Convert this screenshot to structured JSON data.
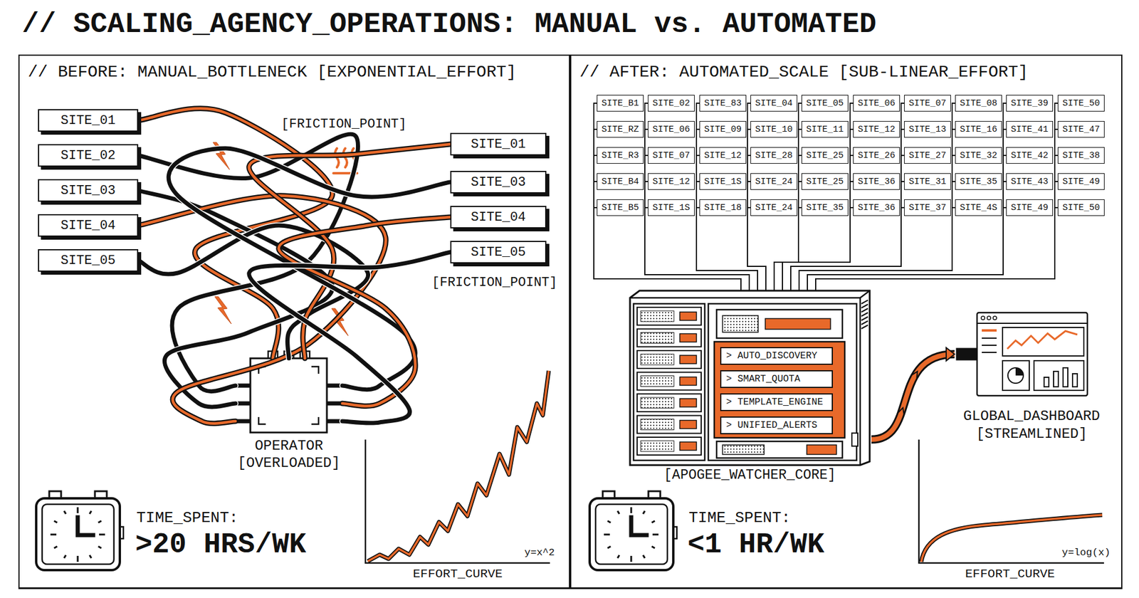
{
  "diagram": {
    "title": "// SCALING_AGENCY_OPERATIONS: MANUAL vs. AUTOMATED",
    "nodes": [
      {
        "text": [
          "// BEFORE: MANUAL_BOTTLENECK [EXPONENTIAL_EFFORT]"
        ]
      },
      {
        "text": [
          "SITE_01"
        ],
        "in": 0
      },
      {
        "text": [
          "SITE_02"
        ],
        "in": 0
      },
      {
        "text": [
          "SITE_03"
        ],
        "in": 0
      },
      {
        "text": [
          "SITE_04"
        ],
        "in": 0
      },
      {
        "text": [
          "SITE_05"
        ],
        "in": 0
      },
      {
        "text": [
          "SITE_01"
        ],
        "in": 0
      },
      {
        "text": [
          "SITE_03"
        ],
        "in": 0
      },
      {
        "text": [
          "SITE_04"
        ],
        "in": 0
      },
      {
        "text": [
          "SITE_05"
        ],
        "in": 0
      },
      {
        "text": [
          "OPERATOR [OVERLOADED]"
        ],
        "in": 0
      },
      {
        "text": [
          "// AFTER: AUTOMATED_SCALE [SUB-LINEAR_EFFORT]"
        ]
      },
      {
        "text": [
          "SITE_B1"
        ],
        "in": 11
      },
      {
        "text": [
          "SITE_02"
        ],
        "in": 11
      },
      {
        "text": [
          "SITE_83"
        ],
        "in": 11
      },
      {
        "text": [
          "SITE_04"
        ],
        "in": 11
      },
      {
        "text": [
          "SITE_05"
        ],
        "in": 11
      },
      {
        "text": [
          "SITE_06"
        ],
        "in": 11
      },
      {
        "text": [
          "SITE_07"
        ],
        "in": 11
      },
      {
        "text": [
          "SITE_08"
        ],
        "in": 11
      },
      {
        "text": [
          "SITE_39"
        ],
        "in": 11
      },
      {
        "text": [
          "SITE_50"
        ],
        "in": 11
      },
      {
        "text": [
          "SITE_RZ"
        ],
        "in": 11
      },
      {
        "text": [
          "SITE_06"
        ],
        "in": 11
      },
      {
        "text": [
          "SITE_09"
        ],
        "in": 11
      },
      {
        "text": [
          "SITE_10"
        ],
        "in": 11
      },
      {
        "text": [
          "SITE_11"
        ],
        "in": 11
      },
      {
        "text": [
          "SITE_12"
        ],
        "in": 11
      },
      {
        "text": [
          "SITE_13"
        ],
        "in": 11
      },
      {
        "text": [
          "SITE_16"
        ],
        "in": 11
      },
      {
        "text": [
          "SITE_41"
        ],
        "in": 11
      },
      {
        "text": [
          "SITE_47"
        ],
        "in": 11
      },
      {
        "text": [
          "SITE_R3"
        ],
        "in": 11
      },
      {
        "text": [
          "SITE_07"
        ],
        "in": 11
      },
      {
        "text": [
          "SITE_12"
        ],
        "in": 11
      },
      {
        "text": [
          "SITE_28"
        ],
        "in": 11
      },
      {
        "text": [
          "SITE_25"
        ],
        "in": 11
      },
      {
        "text": [
          "SITE_26"
        ],
        "in": 11
      },
      {
        "text": [
          "SITE_27"
        ],
        "in": 11
      },
      {
        "text": [
          "SITE_32"
        ],
        "in": 11
      },
      {
        "text": [
          "SITE_42"
        ],
        "in": 11
      },
      {
        "text": [
          "SITE_38"
        ],
        "in": 11
      },
      {
        "text": [
          "SITE_B4"
        ],
        "in": 11
      },
      {
        "text": [
          "SITE_12"
        ],
        "in": 11
      },
      {
        "text": [
          "SITE_1S"
        ],
        "in": 11
      },
      {
        "text": [
          "SITE_24"
        ],
        "in": 11
      },
      {
        "text": [
          "SITE_25"
        ],
        "in": 11
      },
      {
        "text": [
          "SITE_36"
        ],
        "in": 11
      },
      {
        "text": [
          "SITE_31"
        ],
        "in": 11
      },
      {
        "text": [
          "SITE_35"
        ],
        "in": 11
      },
      {
        "text": [
          "SITE_43"
        ],
        "in": 11
      },
      {
        "text": [
          "SITE_49"
        ],
        "in": 11
      },
      {
        "text": [
          "SITE_B5"
        ],
        "in": 11
      },
      {
        "text": [
          "SITE_1S"
        ],
        "in": 11
      },
      {
        "text": [
          "SITE_18"
        ],
        "in": 11
      },
      {
        "text": [
          "SITE_24"
        ],
        "in": 11
      },
      {
        "text": [
          "SITE_35"
        ],
        "in": 11
      },
      {
        "text": [
          "SITE_36"
        ],
        "in": 11
      },
      {
        "text": [
          "SITE_37"
        ],
        "in": 11
      },
      {
        "text": [
          "SITE_4S"
        ],
        "in": 11
      },
      {
        "text": [
          "SITE_49"
        ],
        "in": 11
      },
      {
        "text": [
          "SITE_50"
        ],
        "in": 11
      },
      {
        "text": [
          "[APOGEE_WATCHER_CORE]"
        ],
        "in": 11
      },
      {
        "text": [
          "> AUTO_DISCOVERY"
        ],
        "in": 62
      },
      {
        "text": [
          "> SMART_QUOTA"
        ],
        "in": 62
      },
      {
        "text": [
          "> TEMPLATE_ENGINE"
        ],
        "in": 62
      },
      {
        "text": [
          "> UNIFIED_ALERTS"
        ],
        "in": 62
      },
      {
        "text": [
          "GLOBAL_DASHBOARD [STREAMLINED]"
        ],
        "in": 11
      }
    ],
    "edges": [
      {
        "from": 1,
        "to": 10,
        "arrow": "none"
      },
      {
        "from": 2,
        "to": 10,
        "arrow": "none"
      },
      {
        "from": 3,
        "to": 10,
        "arrow": "none"
      },
      {
        "from": 4,
        "to": 10,
        "arrow": "none"
      },
      {
        "from": 5,
        "to": 10,
        "arrow": "none"
      },
      {
        "from": 6,
        "to": 10,
        "arrow": "none"
      },
      {
        "from": 7,
        "to": 10,
        "arrow": "none"
      },
      {
        "from": 8,
        "to": 10,
        "arrow": "none"
      },
      {
        "from": 9,
        "to": 10,
        "arrow": "none"
      },
      {
        "from": 12,
        "to": 62,
        "arrow": "none"
      },
      {
        "from": 13,
        "to": 62,
        "arrow": "none"
      },
      {
        "from": 14,
        "to": 62,
        "arrow": "none"
      },
      {
        "from": 15,
        "to": 62,
        "arrow": "none"
      },
      {
        "from": 16,
        "to": 62,
        "arrow": "none"
      },
      {
        "from": 17,
        "to": 62,
        "arrow": "none"
      },
      {
        "from": 18,
        "to": 62,
        "arrow": "none"
      },
      {
        "from": 19,
        "to": 62,
        "arrow": "none"
      },
      {
        "from": 20,
        "to": 62,
        "arrow": "none"
      },
      {
        "from": 21,
        "to": 62,
        "arrow": "none"
      },
      {
        "from": 22,
        "to": 62,
        "arrow": "none"
      },
      {
        "from": 23,
        "to": 62,
        "arrow": "none"
      },
      {
        "from": 24,
        "to": 62,
        "arrow": "none"
      },
      {
        "from": 25,
        "to": 62,
        "arrow": "none"
      },
      {
        "from": 26,
        "to": 62,
        "arrow": "none"
      },
      {
        "from": 27,
        "to": 62,
        "arrow": "none"
      },
      {
        "from": 28,
        "to": 62,
        "arrow": "none"
      },
      {
        "from": 29,
        "to": 62,
        "arrow": "none"
      },
      {
        "from": 30,
        "to": 62,
        "arrow": "none"
      },
      {
        "from": 31,
        "to": 62,
        "arrow": "none"
      },
      {
        "from": 32,
        "to": 62,
        "arrow": "none"
      },
      {
        "from": 33,
        "to": 62,
        "arrow": "none"
      },
      {
        "from": 34,
        "to": 62,
        "arrow": "none"
      },
      {
        "from": 35,
        "to": 62,
        "arrow": "none"
      },
      {
        "from": 36,
        "to": 62,
        "arrow": "none"
      },
      {
        "from": 37,
        "to": 62,
        "arrow": "none"
      },
      {
        "from": 38,
        "to": 62,
        "arrow": "none"
      },
      {
        "from": 39,
        "to": 62,
        "arrow": "none"
      },
      {
        "from": 40,
        "to": 62,
        "arrow": "none"
      },
      {
        "from": 41,
        "to": 62,
        "arrow": "none"
      },
      {
        "from": 42,
        "to": 62,
        "arrow": "none"
      },
      {
        "from": 43,
        "to": 62,
        "arrow": "none"
      },
      {
        "from": 44,
        "to": 62,
        "arrow": "none"
      },
      {
        "from": 45,
        "to": 62,
        "arrow": "none"
      },
      {
        "from": 46,
        "to": 62,
        "arrow": "none"
      },
      {
        "from": 47,
        "to": 62,
        "arrow": "none"
      },
      {
        "from": 48,
        "to": 62,
        "arrow": "none"
      },
      {
        "from": 49,
        "to": 62,
        "arrow": "none"
      },
      {
        "from": 50,
        "to": 62,
        "arrow": "none"
      },
      {
        "from": 51,
        "to": 62,
        "arrow": "none"
      },
      {
        "from": 52,
        "to": 62,
        "arrow": "none"
      },
      {
        "from": 53,
        "to": 62,
        "arrow": "none"
      },
      {
        "from": 54,
        "to": 62,
        "arrow": "none"
      },
      {
        "from": 55,
        "to": 62,
        "arrow": "none"
      },
      {
        "from": 56,
        "to": 62,
        "arrow": "none"
      },
      {
        "from": 57,
        "to": 62,
        "arrow": "none"
      },
      {
        "from": 58,
        "to": 62,
        "arrow": "none"
      },
      {
        "from": 59,
        "to": 62,
        "arrow": "none"
      },
      {
        "from": 60,
        "to": 62,
        "arrow": "none"
      },
      {
        "from": 61,
        "to": 62,
        "arrow": "none"
      },
      {
        "from": 62,
        "to": 67,
        "arrow": "to"
      }
    ],
    "labels": [
      "[FRICTION_POINT]",
      "[FRICTION_POINT]",
      "TIME_SPENT:",
      ">20 HRS/WK",
      "y=x^2",
      "EFFORT_CURVE",
      "TIME_SPENT:",
      "<1 HR/WK",
      "y=log(x)",
      "EFFORT_CURVE"
    ]
  }
}
